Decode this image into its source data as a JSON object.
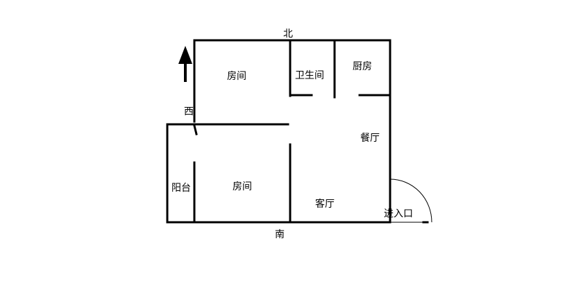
{
  "compass": {
    "north": "北",
    "south": "南",
    "west": "西"
  },
  "rooms": {
    "bedroom_top": "房间",
    "bathroom": "卫生间",
    "kitchen": "厨房",
    "dining": "餐厅",
    "balcony": "阳台",
    "bedroom_bottom": "房间",
    "living": "客厅",
    "entrance": "进入口"
  },
  "icons": {
    "north_arrow": "up-arrow-icon",
    "door_swing": "door-arc"
  },
  "colors": {
    "wall": "#000000",
    "background": "#ffffff"
  }
}
